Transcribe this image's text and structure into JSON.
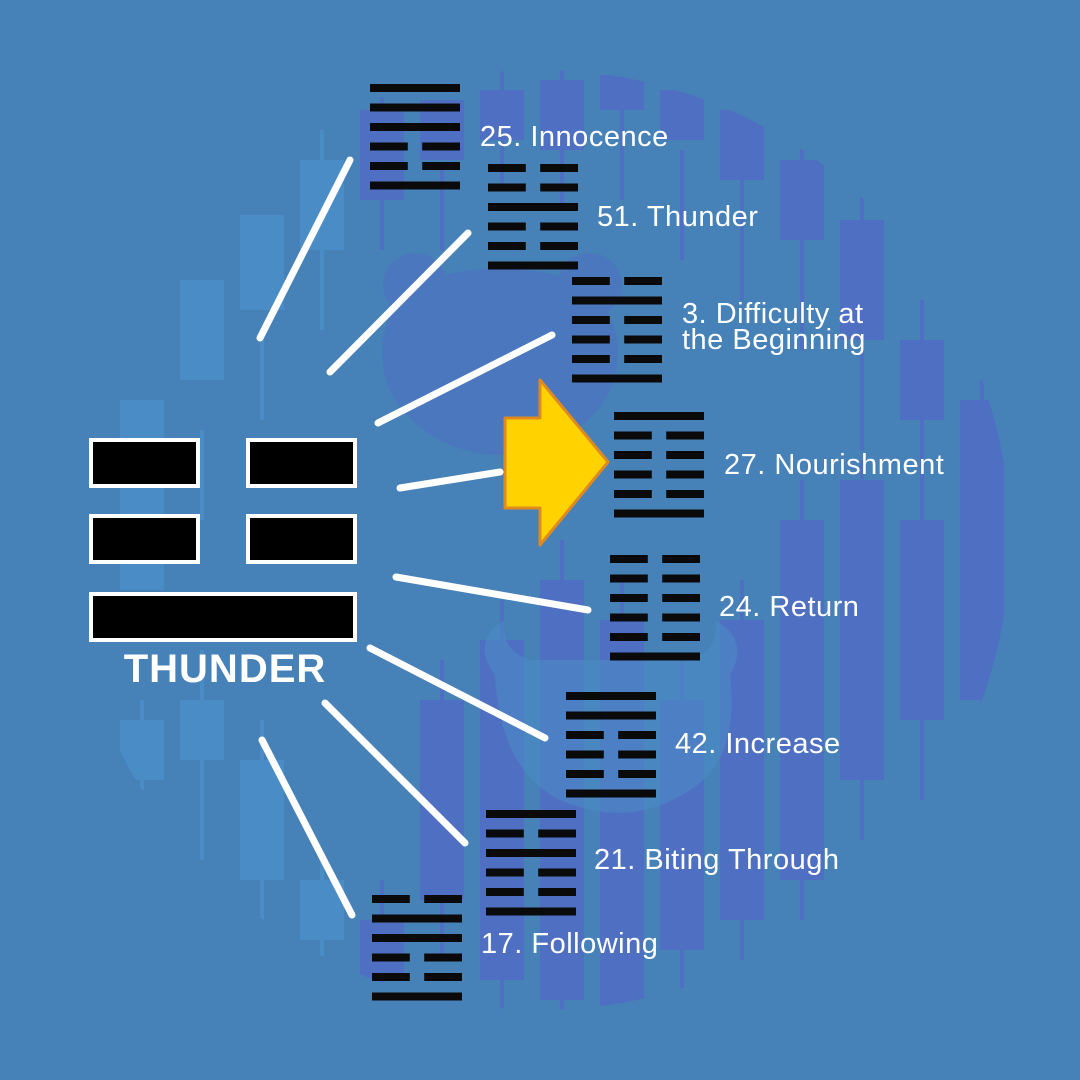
{
  "colors": {
    "background": "#4681b8",
    "candle_dark": "#4f70c2",
    "candle_light": "#4a8cc6",
    "line_color": "#ffffff",
    "hexagram_color": "#0a0a0a",
    "arrow_fill": "#ffd200",
    "arrow_stroke": "#e08a1e"
  },
  "trigram": {
    "name": "THUNDER",
    "lines_top_to_bottom": [
      "yin",
      "yin",
      "yang"
    ]
  },
  "highlight": {
    "icon": "arrow-right-icon",
    "target": "27. Nourishment"
  },
  "hexagrams": [
    {
      "label": "25. Innocence",
      "lines_top_to_bottom": [
        "yang",
        "yang",
        "yang",
        "yin",
        "yin",
        "yang"
      ]
    },
    {
      "label": "51. Thunder",
      "lines_top_to_bottom": [
        "yin",
        "yin",
        "yang",
        "yin",
        "yin",
        "yang"
      ]
    },
    {
      "label_line1": "3. Difficulty at",
      "label_line2": "the Beginning",
      "lines_top_to_bottom": [
        "yin",
        "yang",
        "yin",
        "yin",
        "yin",
        "yang"
      ]
    },
    {
      "label": "27. Nourishment",
      "lines_top_to_bottom": [
        "yang",
        "yin",
        "yin",
        "yin",
        "yin",
        "yang"
      ]
    },
    {
      "label": "24. Return",
      "lines_top_to_bottom": [
        "yin",
        "yin",
        "yin",
        "yin",
        "yin",
        "yang"
      ]
    },
    {
      "label": "42. Increase",
      "lines_top_to_bottom": [
        "yang",
        "yang",
        "yin",
        "yin",
        "yin",
        "yang"
      ]
    },
    {
      "label": "21. Biting Through",
      "lines_top_to_bottom": [
        "yang",
        "yin",
        "yang",
        "yin",
        "yin",
        "yang"
      ]
    },
    {
      "label": "17. Following",
      "lines_top_to_bottom": [
        "yin",
        "yang",
        "yang",
        "yin",
        "yin",
        "yang"
      ]
    }
  ]
}
